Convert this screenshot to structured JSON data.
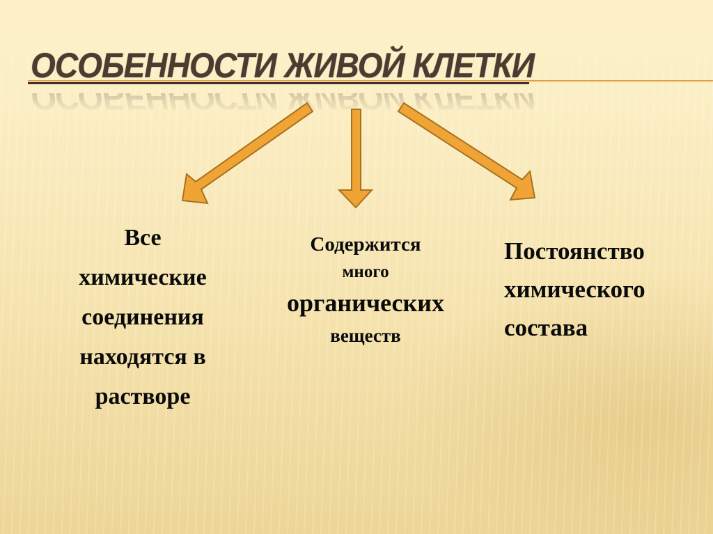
{
  "slide": {
    "title": "ОСОБЕННОСТИ ЖИВОЙ КЛЕТКИ",
    "colors": {
      "title": "#4a3c31",
      "accent_line": "#e0a043",
      "underline": "#3d332b",
      "arrow_fill": "#f0a436",
      "arrow_stroke": "#a8711e",
      "background": "#fcefc5",
      "text": "#0a0a0a"
    },
    "arrows": [
      {
        "name": "arrow-down-left",
        "direction": "down-left"
      },
      {
        "name": "arrow-down",
        "direction": "down"
      },
      {
        "name": "arrow-down-right",
        "direction": "down-right"
      }
    ],
    "columns": {
      "left": {
        "lines": [
          "Все",
          "химические",
          "соединения",
          "находятся в",
          "растворе"
        ]
      },
      "middle": {
        "lines": [
          "Содержится",
          "много",
          "органических",
          "веществ"
        ]
      },
      "right": {
        "lines": [
          "Постоянство",
          "химического",
          "состава"
        ]
      }
    }
  }
}
